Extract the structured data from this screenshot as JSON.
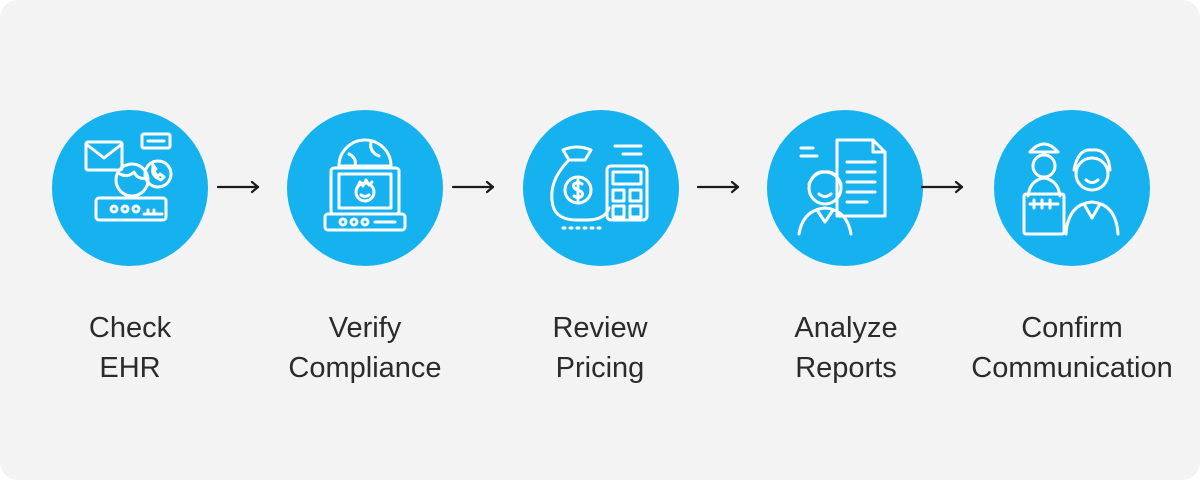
{
  "steps": [
    {
      "line1": "Check",
      "line2": "EHR",
      "icon": "laptop-email-globe-phone-icon"
    },
    {
      "line1": "Verify",
      "line2": "Compliance",
      "icon": "laptop-globe-person-icon"
    },
    {
      "line1": "Review",
      "line2": "Pricing",
      "icon": "money-bag-calculator-icon"
    },
    {
      "line1": "Analyze",
      "line2": "Reports",
      "icon": "person-documents-icon"
    },
    {
      "line1": "Confirm",
      "line2": "Communication",
      "icon": "two-people-meeting-icon"
    }
  ],
  "colors": {
    "circle": "#16b2ef",
    "background": "#f3f3f3",
    "text": "#2b2b2b",
    "arrow": "#1a1a1a"
  }
}
